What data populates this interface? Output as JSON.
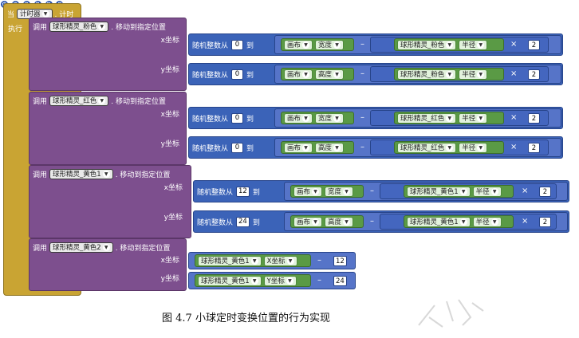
{
  "event": {
    "when_label": "当",
    "component": "计时器",
    "event_name": ". 计时",
    "do_label": "执行"
  },
  "procedures": [
    {
      "call_label": "调用",
      "target": "球形精灵_粉色",
      "method": ". 移动到指定位置",
      "x_label": "x坐标",
      "y_label": "y坐标",
      "x": {
        "random_label": "随机整数从",
        "from": "0",
        "to_label": "到",
        "canvas": "画布",
        "prop": "宽度",
        "sprite": "球形精灵_粉色",
        "sprite_prop": "半径",
        "times": "2"
      },
      "y": {
        "random_label": "随机整数从",
        "from": "0",
        "to_label": "到",
        "canvas": "画布",
        "prop": "高度",
        "sprite": "球形精灵_粉色",
        "sprite_prop": "半径",
        "times": "2"
      }
    },
    {
      "call_label": "调用",
      "target": "球形精灵_红色",
      "method": ". 移动到指定位置",
      "x_label": "x坐标",
      "y_label": "y坐标",
      "x": {
        "random_label": "随机整数从",
        "from": "0",
        "to_label": "到",
        "canvas": "画布",
        "prop": "宽度",
        "sprite": "球形精灵_红色",
        "sprite_prop": "半径",
        "times": "2"
      },
      "y": {
        "random_label": "随机整数从",
        "from": "0",
        "to_label": "到",
        "canvas": "画布",
        "prop": "高度",
        "sprite": "球形精灵_红色",
        "sprite_prop": "半径",
        "times": "2"
      }
    },
    {
      "call_label": "调用",
      "target": "球形精灵_黄色1",
      "method": ". 移动到指定位置",
      "x_label": "x坐标",
      "y_label": "y坐标",
      "x": {
        "random_label": "随机整数从",
        "from": "12",
        "to_label": "到",
        "canvas": "画布",
        "prop": "宽度",
        "sprite": "球形精灵_黄色1",
        "sprite_prop": "半径",
        "times": "2"
      },
      "y": {
        "random_label": "随机整数从",
        "from": "24",
        "to_label": "到",
        "canvas": "画布",
        "prop": "高度",
        "sprite": "球形精灵_黄色1",
        "sprite_prop": "半径",
        "times": "2"
      }
    },
    {
      "call_label": "调用",
      "target": "球形精灵_黄色2",
      "method": ". 移动到指定位置",
      "x_label": "x坐标",
      "y_label": "y坐标",
      "x": {
        "sprite": "球形精灵_黄色1",
        "sprite_prop": "X坐标",
        "minus": "12"
      },
      "y": {
        "sprite": "球形精灵_黄色1",
        "sprite_prop": "Y坐标",
        "minus": "24"
      }
    }
  ],
  "operators": {
    "minus": "–",
    "times": "×"
  },
  "caption": "图 4.7    小球定时变换位置的行为实现",
  "colors": {
    "event": "#c9a433",
    "procedure": "#7d4f8e",
    "math": "#3b63b8",
    "component": "#5a9a45"
  }
}
